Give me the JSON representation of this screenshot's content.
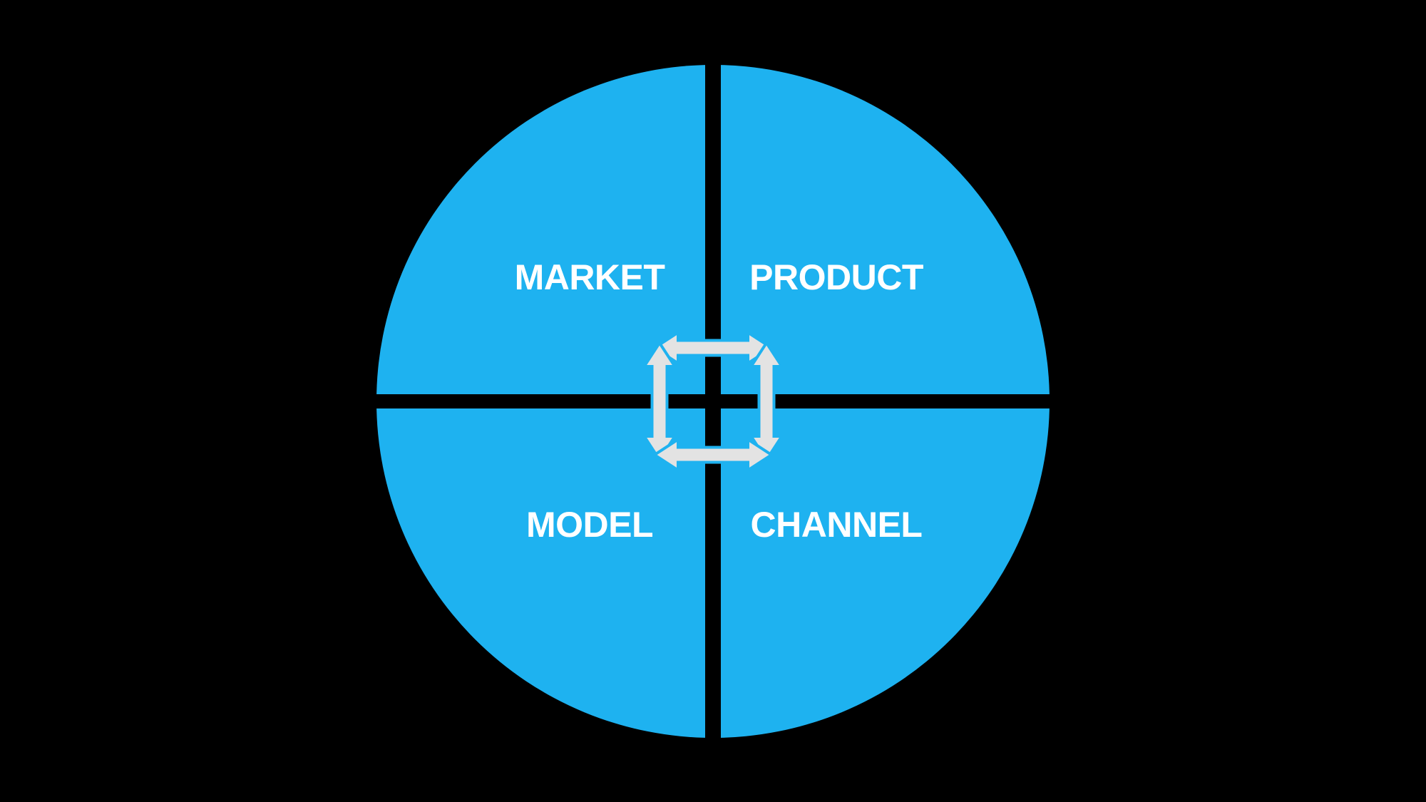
{
  "page": {
    "background_color": "#000000"
  },
  "diagram": {
    "type": "quadrant-cycle",
    "circle": {
      "fill_color": "#1EB2F0"
    },
    "dividers": {
      "color": "#000000",
      "orientation": [
        "vertical",
        "horizontal"
      ]
    },
    "center_icon": {
      "name": "cycle-double-arrows",
      "arrow_color": "#E3E3E3"
    },
    "label_color": "#FFFFFF",
    "quadrants": [
      {
        "position": "top-left",
        "label": "MARKET"
      },
      {
        "position": "top-right",
        "label": "PRODUCT"
      },
      {
        "position": "bottom-left",
        "label": "MODEL"
      },
      {
        "position": "bottom-right",
        "label": "CHANNEL"
      }
    ]
  }
}
